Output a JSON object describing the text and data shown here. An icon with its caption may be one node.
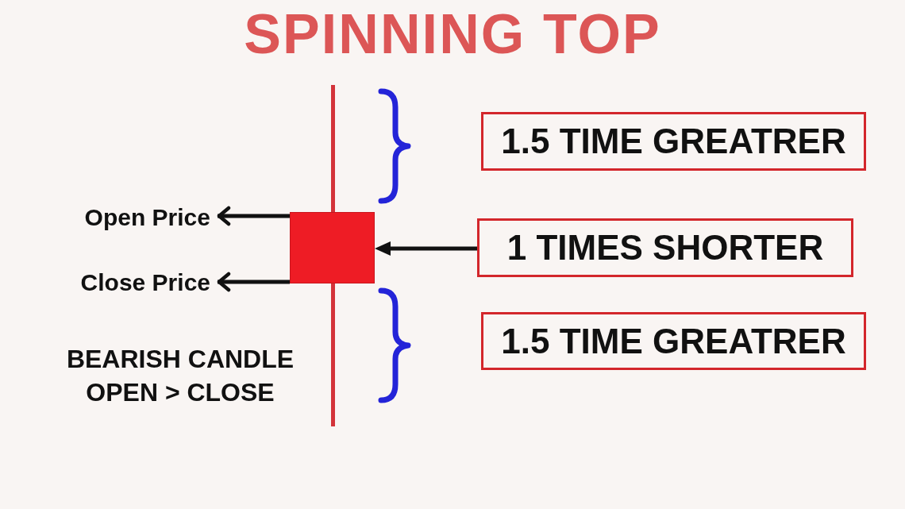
{
  "diagram": {
    "title": "SPINNING TOP",
    "nodes": [
      {
        "text": [
          "Open Price"
        ]
      },
      {
        "text": [
          "Close Price"
        ]
      },
      {
        "text": [],
        "shape": "box"
      },
      {
        "text": [
          "1.5 TIME GREATRER"
        ]
      },
      {
        "text": [
          "1 TIMES SHORTER"
        ]
      },
      {
        "text": [
          "1.5 TIME GREATRER"
        ]
      }
    ],
    "edges": [
      {
        "from": 2,
        "to": 0,
        "arrow": "to"
      },
      {
        "from": 2,
        "to": 1,
        "arrow": "to"
      },
      {
        "from": 4,
        "to": 2,
        "arrow": "to"
      }
    ],
    "labels": [
      "BEARISH CANDLE",
      "OPEN > CLOSE"
    ]
  }
}
